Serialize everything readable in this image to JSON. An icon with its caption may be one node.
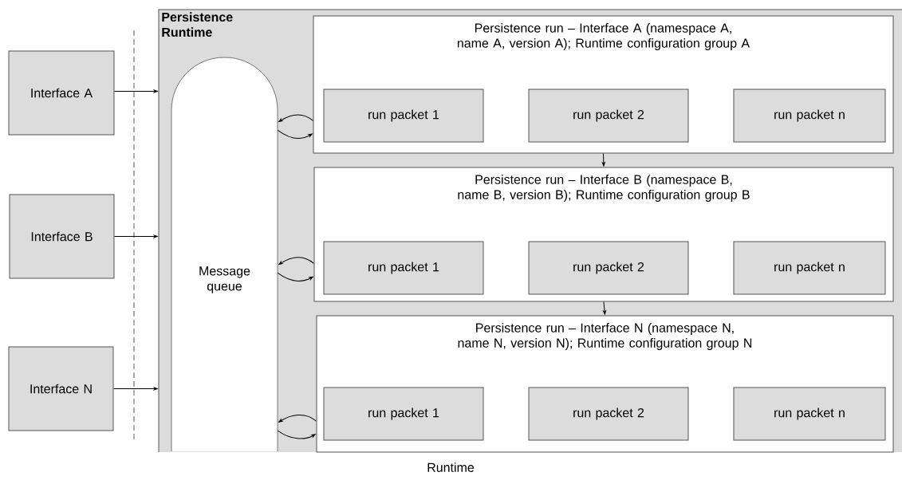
{
  "diagram": {
    "caption": "Runtime",
    "nodes": [
      {
        "text": [
          "Interface A"
        ]
      },
      {
        "text": [
          "Interface B"
        ]
      },
      {
        "text": [
          "Interface N"
        ]
      },
      {
        "text": [
          "Persistence Runtime"
        ]
      },
      {
        "text": [
          "Message queue"
        ],
        "in": 3
      },
      {
        "text": [
          "Persistence run – Interface A (namespace A, name A, version A); Runtime configuration group A"
        ],
        "in": 3
      },
      {
        "text": [
          "run packet 1"
        ],
        "in": 5
      },
      {
        "text": [
          "run packet 2"
        ],
        "in": 5
      },
      {
        "text": [
          "run packet n"
        ],
        "in": 5
      },
      {
        "text": [
          "Persistence run – Interface B (namespace B, name B, version B); Runtime configuration group B"
        ],
        "in": 3
      },
      {
        "text": [
          "run packet 1"
        ],
        "in": 9
      },
      {
        "text": [
          "run packet 2"
        ],
        "in": 9
      },
      {
        "text": [
          "run packet n"
        ],
        "in": 9
      },
      {
        "text": [
          "Persistence run – Interface N (namespace N, name N, version N); Runtime configuration group N"
        ],
        "in": 3
      },
      {
        "text": [
          "run packet 1"
        ],
        "in": 13
      },
      {
        "text": [
          "run packet 2"
        ],
        "in": 13
      },
      {
        "text": [
          "run packet n"
        ],
        "in": 13
      }
    ],
    "edges": [
      {
        "from": 0,
        "to": 3,
        "arrow": "to"
      },
      {
        "from": 1,
        "to": 3,
        "arrow": "to"
      },
      {
        "from": 2,
        "to": 3,
        "arrow": "to"
      },
      {
        "from": 5,
        "to": 4,
        "arrow": "to"
      },
      {
        "from": 4,
        "to": 5,
        "arrow": "to"
      },
      {
        "from": 9,
        "to": 4,
        "arrow": "to"
      },
      {
        "from": 4,
        "to": 9,
        "arrow": "to"
      },
      {
        "from": 13,
        "to": 4,
        "arrow": "to"
      },
      {
        "from": 4,
        "to": 13,
        "arrow": "to"
      },
      {
        "from": 5,
        "to": 9,
        "arrow": "to"
      },
      {
        "from": 9,
        "to": 13,
        "arrow": "to"
      }
    ]
  }
}
